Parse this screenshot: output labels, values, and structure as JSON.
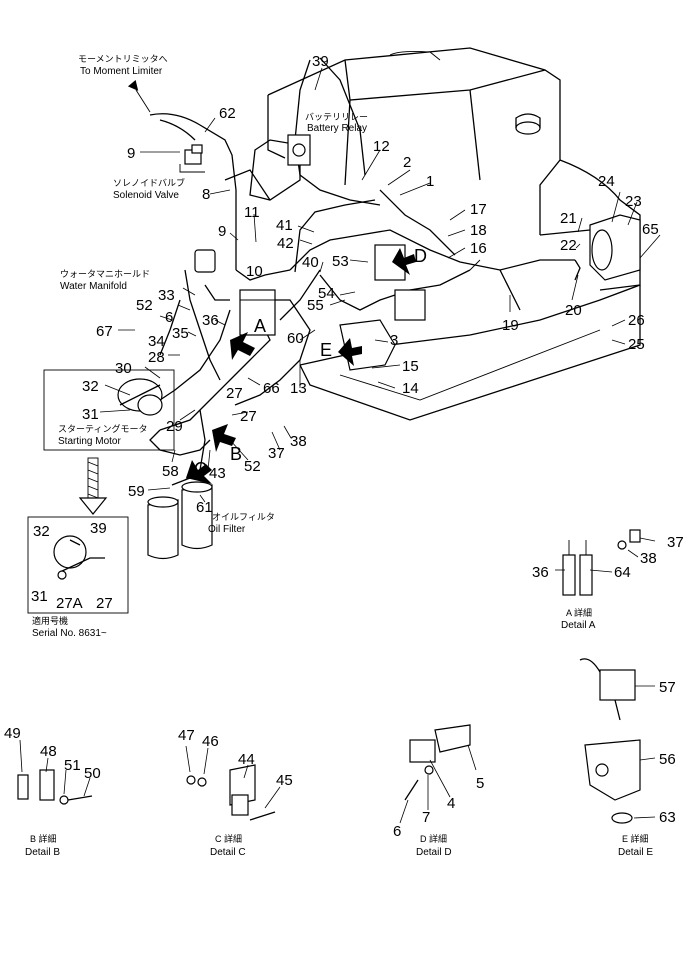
{
  "labels": {
    "to_moment_limiter_jp": "モーメントリミッタへ",
    "to_moment_limiter_en": "To Moment Limiter",
    "battery_relay_jp": "バッテリリレー",
    "battery_relay_en": "Battery Relay",
    "solenoid_valve_jp": "ソレノイドバルブ",
    "solenoid_valve_en": "Solenoid Valve",
    "water_manifold_jp": "ウォータマニホールド",
    "water_manifold_en": "Water Manifold",
    "starting_motor_jp": "スターティングモータ",
    "starting_motor_en": "Starting Motor",
    "oil_filter_jp": "オイルフィルタ",
    "oil_filter_en": "Oil Filter",
    "serial_jp": "適用号機",
    "serial_en": "Serial No. 8631~"
  },
  "details": {
    "a_jp": "A 詳細",
    "a_en": "Detail A",
    "b_jp": "B 詳細",
    "b_en": "Detail B",
    "c_jp": "C 詳細",
    "c_en": "Detail C",
    "d_jp": "D 詳細",
    "d_en": "Detail D",
    "e_jp": "E 詳細",
    "e_en": "Detail E"
  },
  "callout_letters": {
    "a": "A",
    "b": "B",
    "c": "C",
    "d": "D",
    "e": "E"
  },
  "part_numbers": {
    "p1": "1",
    "p2": "2",
    "p3": "3",
    "p4": "4",
    "p5": "5",
    "p6": "6",
    "p7": "7",
    "p8": "8",
    "p9a": "9",
    "p9b": "9",
    "p10": "10",
    "p11": "11",
    "p12": "12",
    "p13": "13",
    "p14": "14",
    "p15": "15",
    "p16": "16",
    "p17": "17",
    "p18": "18",
    "p19": "19",
    "p20": "20",
    "p21": "21",
    "p22": "22",
    "p23": "23",
    "p24": "24",
    "p25": "25",
    "p26": "26",
    "p27": "27",
    "p27b": "27",
    "p27c": "27",
    "p27a": "27A",
    "p28": "28",
    "p29": "29",
    "p30": "30",
    "p31": "31",
    "p31b": "31",
    "p32": "32",
    "p32b": "32",
    "p33": "33",
    "p34": "34",
    "p35": "35",
    "p36": "36",
    "p36b": "36",
    "p37": "37",
    "p37b": "37",
    "p38": "38",
    "p38b": "38",
    "p39": "39",
    "p39b": "39",
    "p40": "40",
    "p41": "41",
    "p42": "42",
    "p43": "43",
    "p44": "44",
    "p45": "45",
    "p46": "46",
    "p47": "47",
    "p48": "48",
    "p49": "49",
    "p50": "50",
    "p51": "51",
    "p52": "52",
    "p52b": "52",
    "p53": "53",
    "p54": "54",
    "p55": "55",
    "p56": "56",
    "p57": "57",
    "p58": "58",
    "p59": "59",
    "p60": "60",
    "p61": "61",
    "p62": "62",
    "p63": "63",
    "p64": "64",
    "p65": "65",
    "p66": "66",
    "p67": "67"
  }
}
